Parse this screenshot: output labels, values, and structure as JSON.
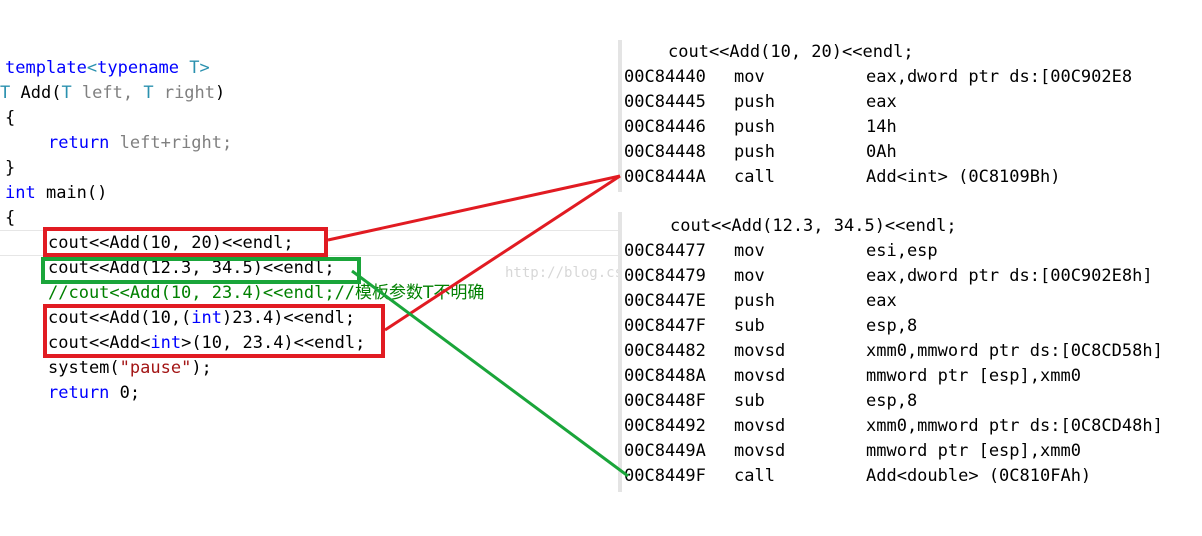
{
  "code": {
    "template_kw": "template",
    "template_lt": "<",
    "typename_kw": "typename",
    "template_param": "T",
    "template_gt": ">",
    "ret_type": "T",
    "func_name": " Add(",
    "param1_type": "T",
    "param1_name": " left, ",
    "param2_type": "T",
    "param2_name": " right",
    "close_paren": ")",
    "open_brace": "{",
    "return_kw": "return",
    "return_expr": " left+right;",
    "close_brace": "}",
    "int_kw": "int",
    "main_sig": " main()",
    "main_open": "{",
    "call1": "cout<<Add(10, 20)<<endl;",
    "call2": "cout<<Add(12.3, 34.5)<<endl;",
    "call3_comment": "//cout<<Add(10, 23.4)<<endl;//",
    "call3_note": "模板参数T不明确",
    "call4_a": "cout<<Add(10,(",
    "call4_kw": "int",
    "call4_b": ")23.4)<<endl;",
    "call5_a": "cout<<Add<",
    "call5_kw": "int",
    "call5_b": ">(10, 23.4)<<endl;",
    "system_a": "system(",
    "system_str": "\"pause\"",
    "system_b": ");",
    "return0_kw": "return",
    "return0_val": " 0;"
  },
  "disasm1": {
    "header": "cout<<Add(10, 20)<<endl;",
    "rows": [
      {
        "addr": "00C84440",
        "mnemonic": "mov",
        "operands": "eax,dword ptr ds:[00C902E8"
      },
      {
        "addr": "00C84445",
        "mnemonic": "push",
        "operands": "eax"
      },
      {
        "addr": "00C84446",
        "mnemonic": "push",
        "operands": "14h"
      },
      {
        "addr": "00C84448",
        "mnemonic": "push",
        "operands": "0Ah"
      },
      {
        "addr": "00C8444A",
        "mnemonic": "call",
        "operands": "Add<int> (0C8109Bh)"
      }
    ]
  },
  "disasm2": {
    "header": "cout<<Add(12.3, 34.5)<<endl;",
    "rows": [
      {
        "addr": "00C84477",
        "mnemonic": "mov",
        "operands": "esi,esp"
      },
      {
        "addr": "00C84479",
        "mnemonic": "mov",
        "operands": "eax,dword ptr ds:[00C902E8h]"
      },
      {
        "addr": "00C8447E",
        "mnemonic": "push",
        "operands": "eax"
      },
      {
        "addr": "00C8447F",
        "mnemonic": "sub",
        "operands": "esp,8"
      },
      {
        "addr": "00C84482",
        "mnemonic": "movsd",
        "operands": "xmm0,mmword ptr ds:[0C8CD58h]"
      },
      {
        "addr": "00C8448A",
        "mnemonic": "movsd",
        "operands": "mmword ptr [esp],xmm0"
      },
      {
        "addr": "00C8448F",
        "mnemonic": "sub",
        "operands": "esp,8"
      },
      {
        "addr": "00C84492",
        "mnemonic": "movsd",
        "operands": "xmm0,mmword ptr ds:[0C8CD48h]"
      },
      {
        "addr": "00C8449A",
        "mnemonic": "movsd",
        "operands": "mmword ptr [esp],xmm0"
      },
      {
        "addr": "00C8449F",
        "mnemonic": "call",
        "operands": "Add<double> (0C810FAh)"
      }
    ]
  },
  "watermark": "http://blog.csdn.net/",
  "colors": {
    "keyword": "#0000ff",
    "type": "#2b91af",
    "string": "#a31515",
    "comment": "#008000",
    "highlight_red": "#e11b22",
    "highlight_green": "#1aa53a"
  }
}
